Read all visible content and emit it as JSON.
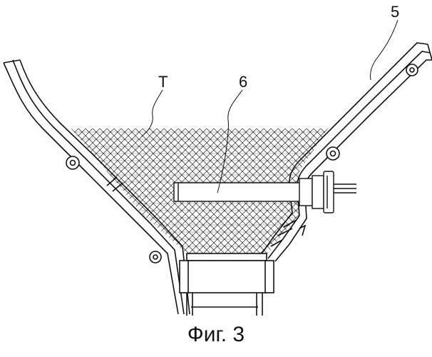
{
  "labels": {
    "fill_material": "T",
    "probe": "6",
    "hopper_wall": "5"
  },
  "caption": "Фиг. 3"
}
